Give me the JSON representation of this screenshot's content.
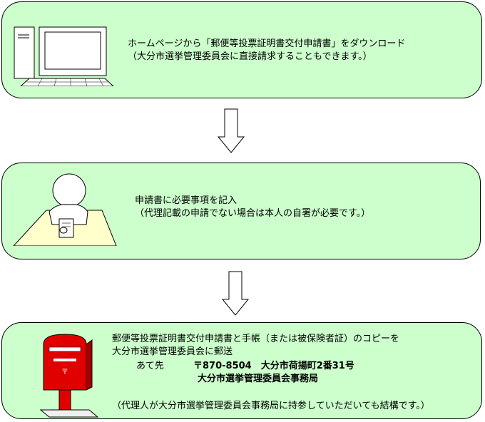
{
  "steps": [
    {
      "lines": [
        "ホームページから「郵便等投票証明書交付申請書」をダウンロード",
        "（大分市選挙管理委員会に直接請求することもできます。）"
      ]
    },
    {
      "lines": [
        "申請書に必要事項を記入",
        "（代理記載の申請でない場合は本人の自署が必要です。）"
      ]
    },
    {
      "lines": [
        "郵便等投票証明書交付申請書と手帳（または被保険者証）のコピーを",
        "大分市選挙管理委員会に郵送"
      ],
      "address": {
        "label": "あて先",
        "postal_address": "〒870-8504　大分市荷揚町2番31号",
        "office": "大分市選挙管理委員会事務局"
      },
      "note": "（代理人が大分市選挙管理委員会事務局に持参していただいても結構です。）"
    }
  ],
  "icons": [
    "computer-icon",
    "person-writing-icon",
    "mailbox-icon",
    "down-arrow-icon"
  ],
  "colors": {
    "box_fill": "#ccffcc",
    "desk_fill": "#ffffcc",
    "mailbox_red": "#e00000"
  }
}
